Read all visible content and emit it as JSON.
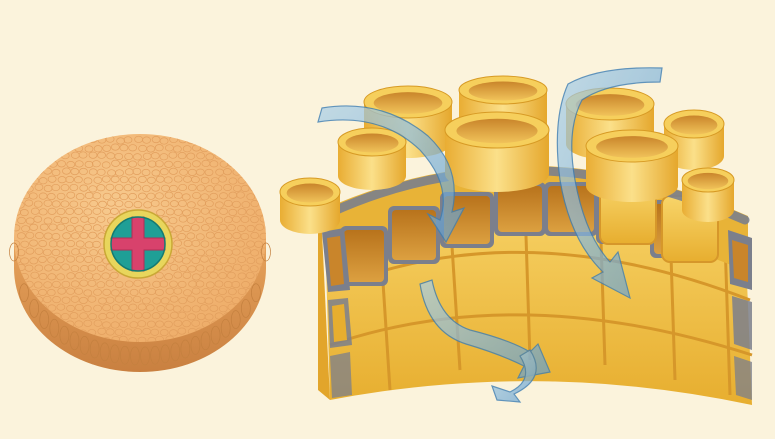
{
  "figure": {
    "background": "#fbf3dc",
    "colors": {
      "disc_fill": "#f0b773",
      "disc_side": "#d9924f",
      "cell_outline": "#e5a366",
      "stele_ring": "#e7d35a",
      "stele_green": "#2ea39a",
      "stele_cross": "#d8426c",
      "cell_yellow": "#f4c64a",
      "cell_yellow_dark": "#d89a1d",
      "cell_interior": "#c98321",
      "casparian_band": "#7b7f8c",
      "arrow_blue": "#7fb2d9",
      "arrow_edge": "#3f7fb4"
    },
    "parts": [
      {
        "id": "root-cross-section-disc",
        "icon": "disc-icon"
      },
      {
        "id": "vascular-cylinder",
        "icon": "stele-icon"
      },
      {
        "id": "cortex-cells",
        "icon": "tubes-icon"
      },
      {
        "id": "endodermis-ring",
        "icon": "ring-icon"
      },
      {
        "id": "casparian-strip",
        "icon": "band-icon"
      },
      {
        "id": "pericycle-cells",
        "icon": "cells-icon"
      },
      {
        "id": "water-flow-arrows",
        "icon": "arrow-icon",
        "count": 4
      }
    ]
  }
}
